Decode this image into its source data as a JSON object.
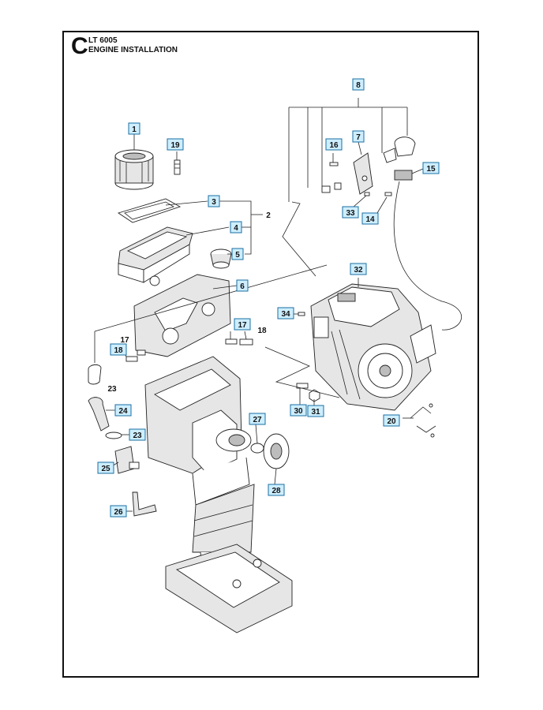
{
  "header": {
    "section_letter": "C",
    "model": "LT 6005",
    "title": "ENGINE INSTALLATION"
  },
  "callouts": [
    {
      "number": "1",
      "boxed": true
    },
    {
      "number": "2",
      "boxed": false
    },
    {
      "number": "3",
      "boxed": true
    },
    {
      "number": "4",
      "boxed": true
    },
    {
      "number": "5",
      "boxed": true
    },
    {
      "number": "6",
      "boxed": true
    },
    {
      "number": "7",
      "boxed": true
    },
    {
      "number": "8",
      "boxed": true
    },
    {
      "number": "14",
      "boxed": true
    },
    {
      "number": "15",
      "boxed": true
    },
    {
      "number": "16",
      "boxed": true
    },
    {
      "number": "17",
      "boxed": true
    },
    {
      "number": "17",
      "boxed": false
    },
    {
      "number": "18",
      "boxed": false
    },
    {
      "number": "18",
      "boxed": true
    },
    {
      "number": "19",
      "boxed": true
    },
    {
      "number": "20",
      "boxed": true
    },
    {
      "number": "23",
      "boxed": false
    },
    {
      "number": "23",
      "boxed": true
    },
    {
      "number": "24",
      "boxed": true
    },
    {
      "number": "25",
      "boxed": true
    },
    {
      "number": "26",
      "boxed": true
    },
    {
      "number": "27",
      "boxed": true
    },
    {
      "number": "28",
      "boxed": true
    },
    {
      "number": "30",
      "boxed": true
    },
    {
      "number": "31",
      "boxed": true
    },
    {
      "number": "32",
      "boxed": true
    },
    {
      "number": "33",
      "boxed": true
    },
    {
      "number": "34",
      "boxed": true
    }
  ],
  "colors": {
    "callout_fill": "#cdeeff",
    "callout_border": "#1a6fa0",
    "line": "#222222",
    "frame": "#111111"
  }
}
